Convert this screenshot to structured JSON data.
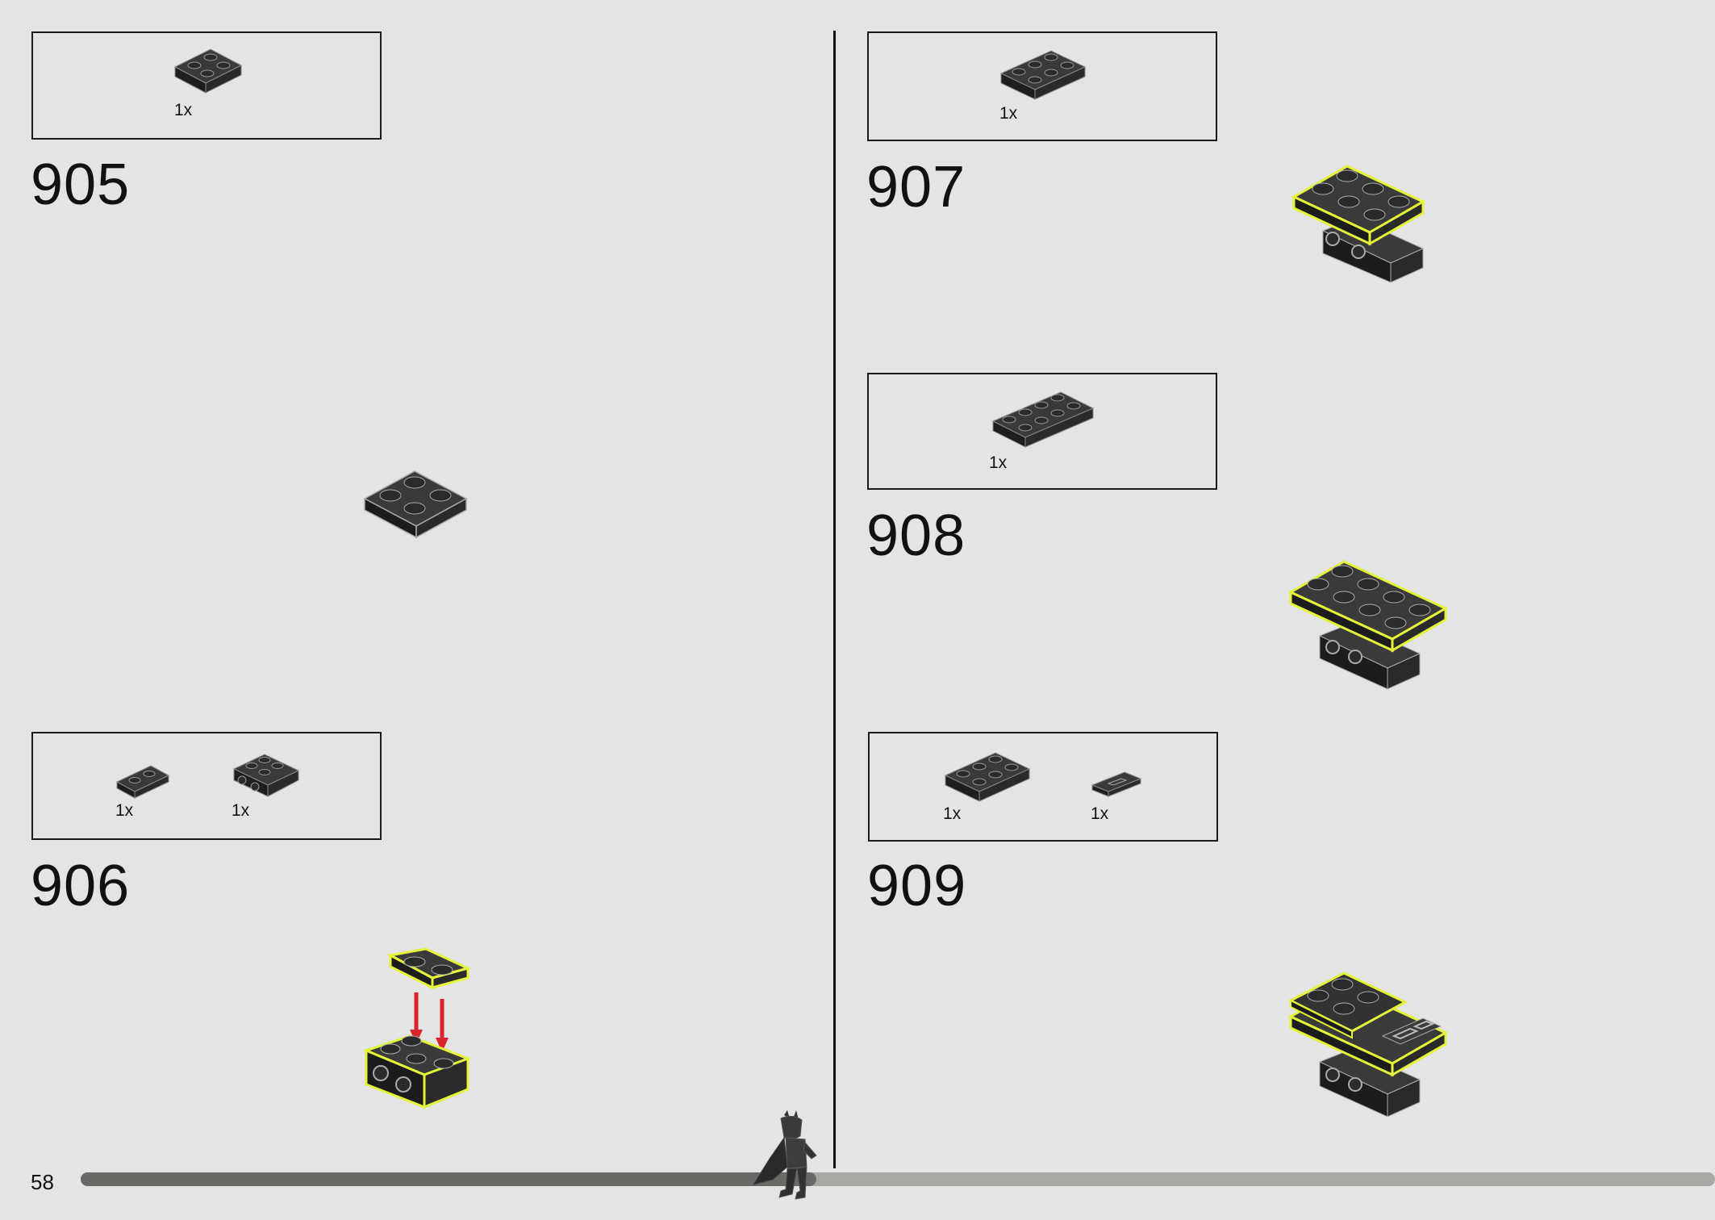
{
  "page": {
    "number": "58",
    "progress": 0.45
  },
  "steps": [
    {
      "id": "step-905",
      "number": "905",
      "parts": [
        {
          "qty": "1x",
          "part": "plate 2x2 black"
        }
      ]
    },
    {
      "id": "step-906",
      "number": "906",
      "parts": [
        {
          "qty": "1x",
          "part": "plate 1x2 black"
        },
        {
          "qty": "1x",
          "part": "bracket 1x2 - 2x2 black"
        }
      ]
    },
    {
      "id": "step-907",
      "number": "907",
      "parts": [
        {
          "qty": "1x",
          "part": "plate 2x3 black"
        }
      ]
    },
    {
      "id": "step-908",
      "number": "908",
      "parts": [
        {
          "qty": "1x",
          "part": "plate 2x4 black"
        }
      ]
    },
    {
      "id": "step-909",
      "number": "909",
      "parts": [
        {
          "qty": "1x",
          "part": "plate 2x3 black"
        },
        {
          "qty": "1x",
          "part": "tile 1x2 grille black"
        }
      ]
    }
  ],
  "colors": {
    "part": "#2b2b2b",
    "part_edge": "#9a9a9a",
    "highlight": "#e6f23a",
    "arrow": "#d8252c",
    "bar_fill": "#6a6965",
    "bar_track": "#a9a7a3"
  },
  "icons": {
    "mascot": "batman-minifigure-icon"
  }
}
